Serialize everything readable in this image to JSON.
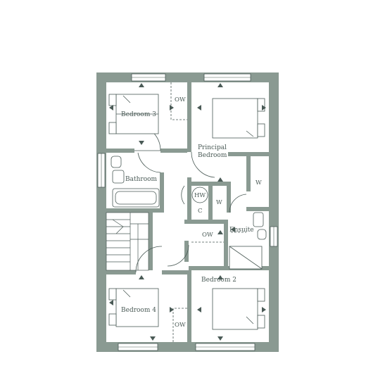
{
  "colors": {
    "wall": "#8a9a92",
    "line": "#4a5a56",
    "floor": "#ffffff"
  },
  "labels": {
    "bedroom3": "Bedroom 3",
    "principal_line1": "Principal",
    "principal_line2": "Bedroom",
    "bathroom": "Bathroom",
    "hw": "HW",
    "c": "C",
    "w_closet": "W",
    "w_wardrobe": "W",
    "ensuite": "Ensuite",
    "ow_top": "OW",
    "ow_mid": "OW",
    "ow_bottom": "OW",
    "bedroom2": "Bedroom 2",
    "bedroom4": "Bedroom 4"
  }
}
